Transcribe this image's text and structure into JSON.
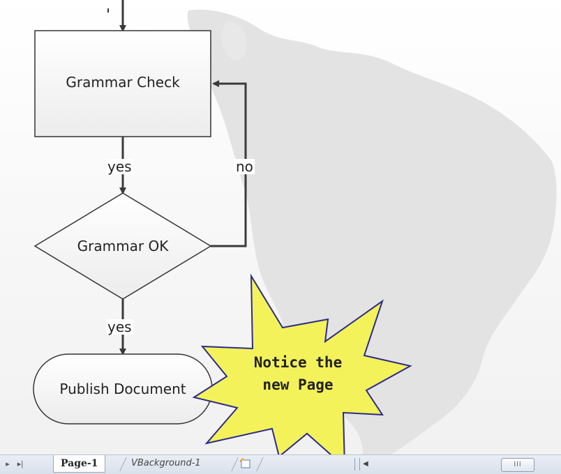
{
  "diagram": {
    "process": {
      "label": "Grammar Check"
    },
    "decision": {
      "label": "Grammar OK"
    },
    "terminator": {
      "label": "Publish Document"
    },
    "connectors": {
      "yes_1": "yes",
      "no": "no",
      "yes_2": "yes"
    },
    "callout": {
      "line1": "Notice the",
      "line2": "new Page",
      "fill": "#f4f25a"
    }
  },
  "tabbar": {
    "tabs": [
      {
        "label": "Page-1",
        "active": true
      },
      {
        "label": "VBackground-1",
        "active": false
      }
    ],
    "scroll_grip": "III"
  },
  "colors": {
    "accent_map": "#e2e2e2",
    "shape_border": "#333333",
    "connector": "#3a3a3a"
  }
}
